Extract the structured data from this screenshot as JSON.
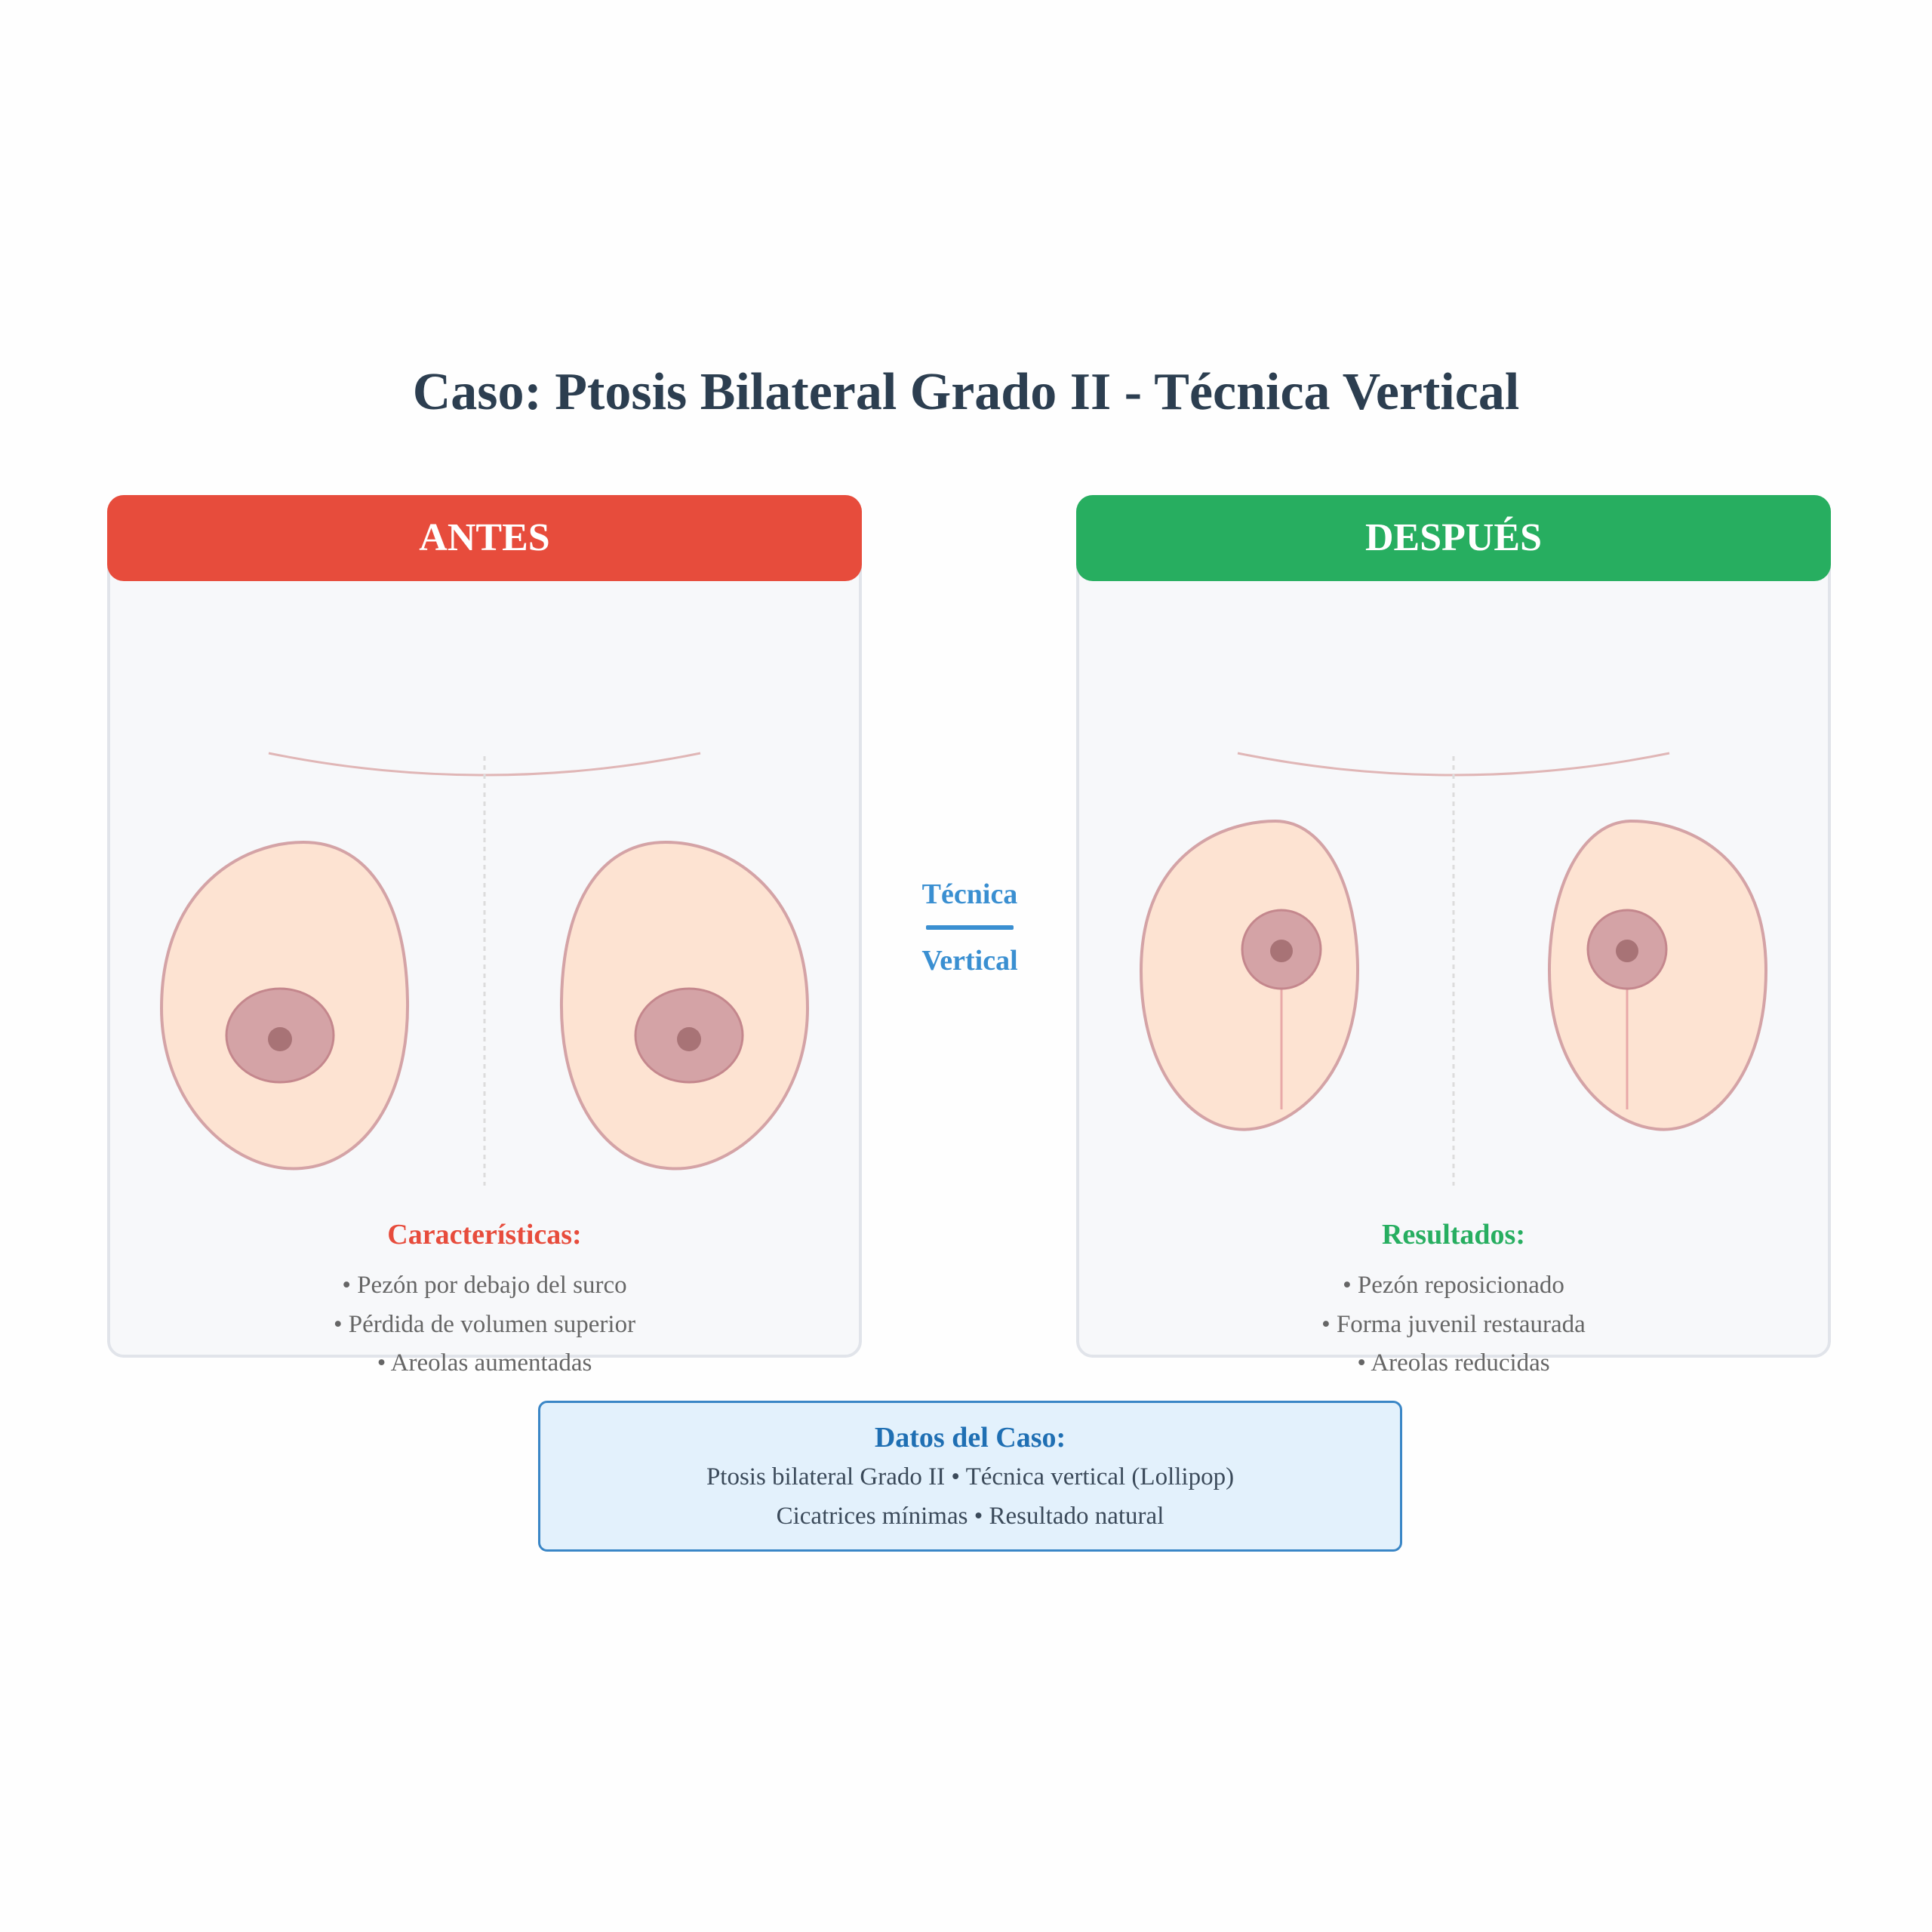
{
  "title": "Caso: Ptosis Bilateral Grado II - Técnica Vertical",
  "colors": {
    "before_accent": "#e74c3c",
    "after_accent": "#27ae60",
    "technique_accent": "#3a8fd1",
    "skin_fill": "#fde3d2",
    "skin_outline": "#d4a3a6",
    "areola_fill": "#d4a3a6",
    "nipple_fill": "#a87376"
  },
  "before": {
    "header": "ANTES",
    "section_title": "Características:",
    "bullets": [
      "• Pezón por debajo del surco",
      "• Pérdida de volumen superior",
      "• Areolas aumentadas"
    ]
  },
  "after": {
    "header": "DESPUÉS",
    "section_title": "Resultados:",
    "bullets": [
      "• Pezón reposicionado",
      "• Forma juvenil restaurada",
      "• Areolas reducidas"
    ]
  },
  "technique": {
    "line1": "Técnica",
    "line2": "Vertical"
  },
  "case_data": {
    "title": "Datos del Caso:",
    "line1": "Ptosis bilateral Grado II • Técnica vertical (Lollipop)",
    "line2": "Cicatrices mínimas • Resultado natural"
  }
}
